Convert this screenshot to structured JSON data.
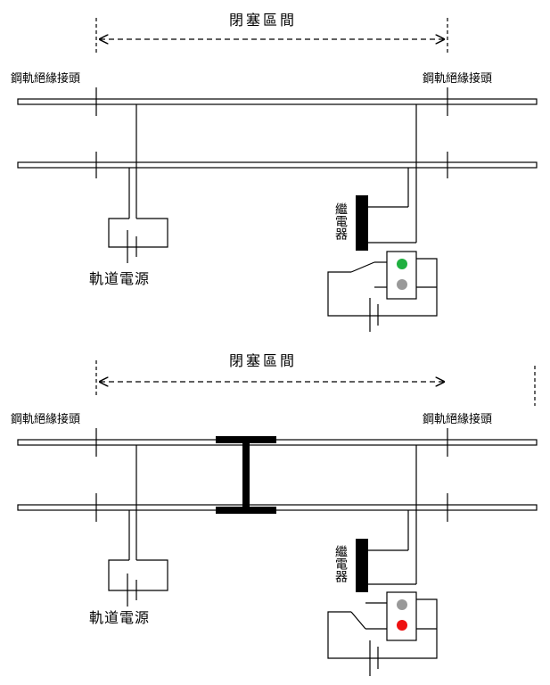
{
  "diagrams": [
    {
      "id": "unoccupied",
      "section_label": "閉塞區間",
      "left_joint_label": "鋼軌絕緣接頭",
      "right_joint_label": "鋼軌絕緣接頭",
      "power_label": "軌道電源",
      "relay_label": "繼電器",
      "train_axle_present": false,
      "signal_lamps": [
        {
          "name": "top",
          "color": "#20b040"
        },
        {
          "name": "bottom",
          "color": "#999999"
        }
      ]
    },
    {
      "id": "occupied",
      "section_label": "閉塞區間",
      "left_joint_label": "鋼軌絕緣接頭",
      "right_joint_label": "鋼軌絕緣接頭",
      "power_label": "軌道電源",
      "relay_label": "繼電器",
      "train_axle_present": true,
      "signal_lamps": [
        {
          "name": "top",
          "color": "#999999"
        },
        {
          "name": "bottom",
          "color": "#ee1111"
        }
      ]
    }
  ]
}
